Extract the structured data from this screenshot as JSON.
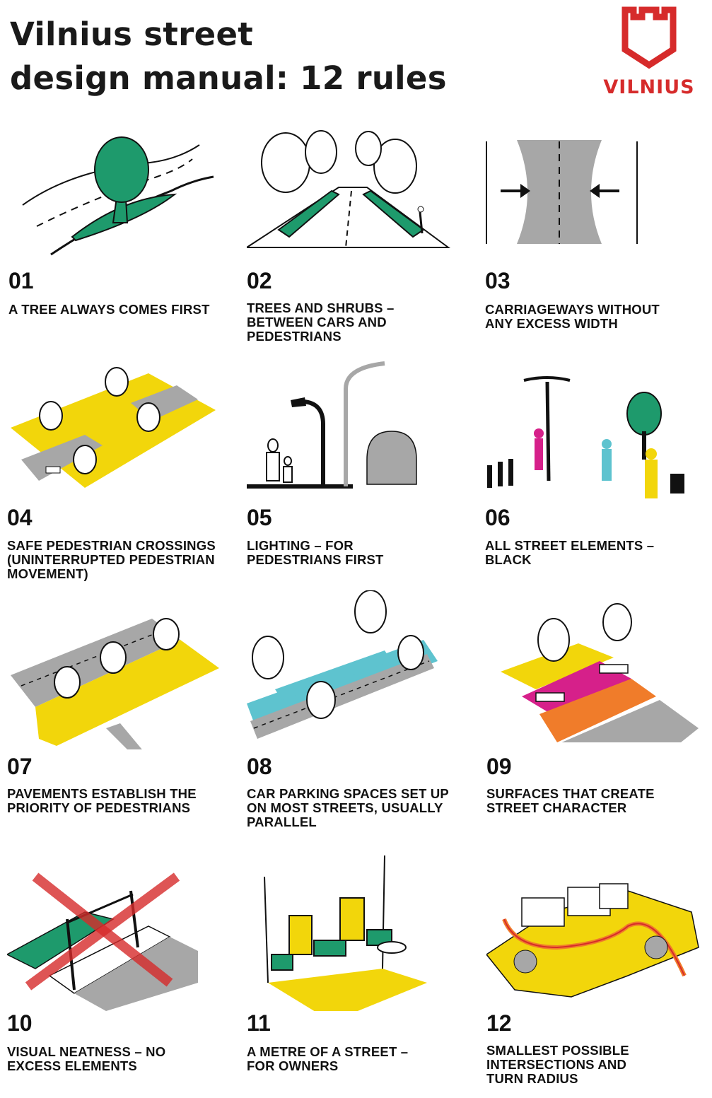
{
  "header": {
    "title_line1": "Vilnius street",
    "title_line2": "design manual: 12 rules"
  },
  "logo": {
    "text": "VILNIUS",
    "icon": "castle-tower-icon",
    "color": "#d62b2b"
  },
  "colors": {
    "green": "#1e9a6c",
    "yellow": "#f2d60b",
    "grey": "#a7a7a7",
    "cyan": "#5ec3cf",
    "magenta": "#d6208a",
    "orange": "#f07c2a",
    "red": "#d62b2b"
  },
  "rules": [
    {
      "number": "01",
      "text": "A TREE ALWAYS COMES FIRST",
      "icon": "tree-on-verge-icon"
    },
    {
      "number": "02",
      "text": "TREES AND SHRUBS – BETWEEN CARS AND PEDESTRIANS",
      "icon": "tree-lined-road-icon"
    },
    {
      "number": "03",
      "text": "CARRIAGEWAYS WITHOUT ANY EXCESS WIDTH",
      "icon": "narrowed-carriageway-icon"
    },
    {
      "number": "04",
      "text": "SAFE PEDESTRIAN CROSSINGS (UNINTERRUPTED PEDESTRIAN MOVEMENT)",
      "icon": "pedestrian-crossing-icon"
    },
    {
      "number": "05",
      "text": "LIGHTING – FOR PEDESTRIANS FIRST",
      "icon": "street-lighting-icon"
    },
    {
      "number": "06",
      "text": "ALL STREET ELEMENTS – BLACK",
      "icon": "street-furniture-icon"
    },
    {
      "number": "07",
      "text": "PAVEMENTS ESTABLISH THE PRIORITY OF PEDESTRIANS",
      "icon": "continuous-pavement-icon"
    },
    {
      "number": "08",
      "text": "CAR PARKING SPACES SET UP ON MOST STREETS, USUALLY PARALLEL",
      "icon": "parallel-parking-icon"
    },
    {
      "number": "09",
      "text": "SURFACES THAT CREATE STREET CHARACTER",
      "icon": "coloured-surfaces-icon"
    },
    {
      "number": "10",
      "text": "VISUAL NEATNESS – NO EXCESS ELEMENTS",
      "icon": "crossed-out-fence-icon"
    },
    {
      "number": "11",
      "text": "A METRE OF A STREET – FOR OWNERS",
      "icon": "frontage-planters-icon"
    },
    {
      "number": "12",
      "text": "SMALLEST POSSIBLE INTERSECTIONS AND TURN RADIUS",
      "icon": "compact-intersection-icon"
    }
  ]
}
